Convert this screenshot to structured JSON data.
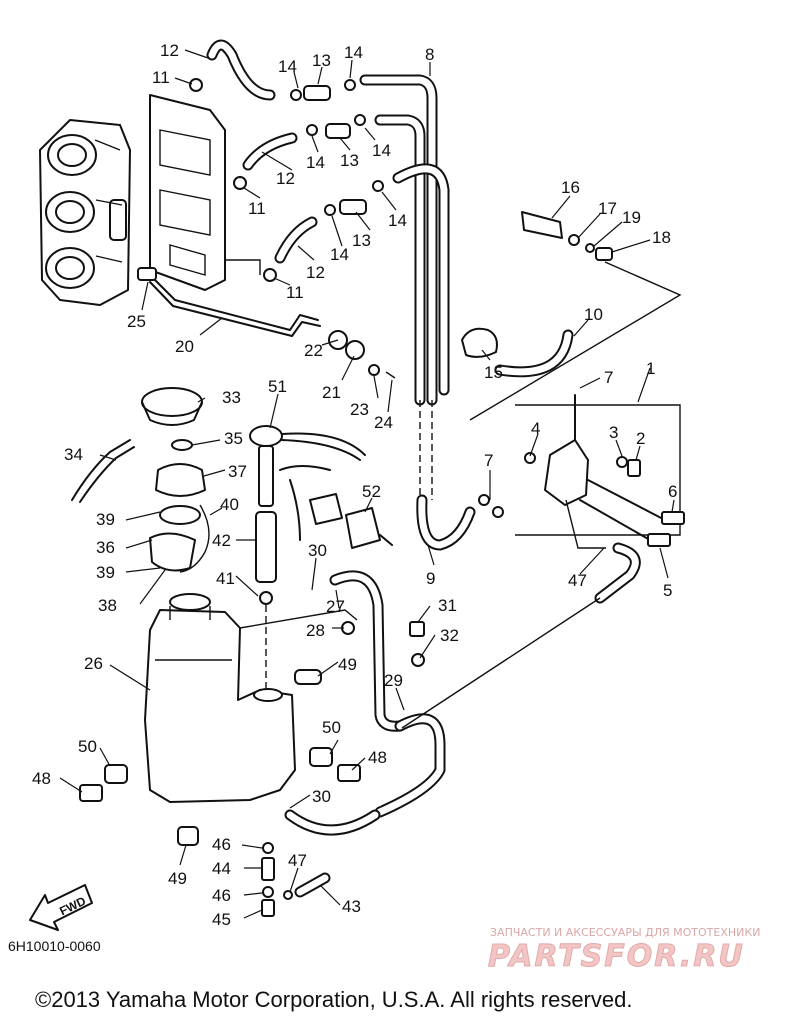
{
  "diagram_code": "6H10010-0060",
  "watermark": {
    "tagline": "ЗАПЧАСТИ И АКСЕССУАРЫ ДЛЯ МОТОТЕХНИКИ",
    "brand": "PARTSFOR.RU"
  },
  "copyright": "©2013 Yamaha Motor Corporation, U.S.A. All rights reserved.",
  "direction_marker": "FWD",
  "callouts": {
    "c1": "1",
    "c2": "2",
    "c3": "3",
    "c4": "4",
    "c5": "5",
    "c6": "6",
    "c7a": "7",
    "c7b": "7",
    "c8": "8",
    "c9": "9",
    "c10": "10",
    "c11a": "11",
    "c11b": "11",
    "c11c": "11",
    "c12a": "12",
    "c12b": "12",
    "c12c": "12",
    "c13a": "13",
    "c13b": "13",
    "c13c": "13",
    "c14a": "14",
    "c14b": "14",
    "c14c": "14",
    "c14d": "14",
    "c14e": "14",
    "c14f": "14",
    "c15": "15",
    "c16": "16",
    "c17": "17",
    "c18": "18",
    "c19": "19",
    "c20": "20",
    "c21": "21",
    "c22": "22",
    "c23": "23",
    "c24": "24",
    "c25": "25",
    "c26": "26",
    "c27": "27",
    "c28": "28",
    "c29": "29",
    "c30a": "30",
    "c30b": "30",
    "c31": "31",
    "c32": "32",
    "c33": "33",
    "c34": "34",
    "c35": "35",
    "c36": "36",
    "c37": "37",
    "c38": "38",
    "c39a": "39",
    "c39b": "39",
    "c40": "40",
    "c41": "41",
    "c42": "42",
    "c43": "43",
    "c44": "44",
    "c45": "45",
    "c46a": "46",
    "c46b": "46",
    "c47a": "47",
    "c47b": "47",
    "c48a": "48",
    "c48b": "48",
    "c49a": "49",
    "c49b": "49",
    "c50a": "50",
    "c50b": "50",
    "c51": "51",
    "c52": "52"
  }
}
